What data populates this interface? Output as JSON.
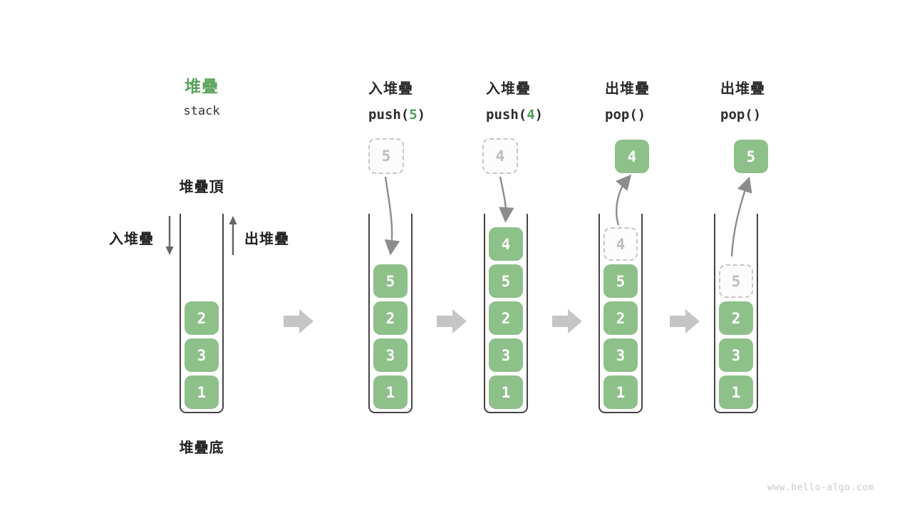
{
  "title": {
    "zh": "堆疊",
    "en": "stack"
  },
  "labels": {
    "stack_top": "堆疊頂",
    "stack_bottom": "堆疊底",
    "push_side": "入堆疊",
    "pop_side": "出堆疊"
  },
  "ops": [
    {
      "label": "入堆疊",
      "code_before": "push(",
      "code_arg": "5",
      "code_after": ")"
    },
    {
      "label": "入堆疊",
      "code_before": "push(",
      "code_arg": "4",
      "code_after": ")"
    },
    {
      "label": "出堆疊",
      "code_before": "pop(",
      "code_arg": "",
      "code_after": ")"
    },
    {
      "label": "出堆疊",
      "code_before": "pop(",
      "code_arg": "",
      "code_after": ")"
    }
  ],
  "floating": [
    {
      "value": "5",
      "style": "dashed"
    },
    {
      "value": "4",
      "style": "dashed"
    },
    {
      "value": "4",
      "style": "solid"
    },
    {
      "value": "5",
      "style": "solid"
    }
  ],
  "stacks": [
    {
      "boxes": [
        {
          "value": "2",
          "style": "solid"
        },
        {
          "value": "3",
          "style": "solid"
        },
        {
          "value": "1",
          "style": "solid"
        }
      ]
    },
    {
      "boxes": [
        {
          "value": "5",
          "style": "solid"
        },
        {
          "value": "2",
          "style": "solid"
        },
        {
          "value": "3",
          "style": "solid"
        },
        {
          "value": "1",
          "style": "solid"
        }
      ]
    },
    {
      "boxes": [
        {
          "value": "4",
          "style": "solid"
        },
        {
          "value": "5",
          "style": "solid"
        },
        {
          "value": "2",
          "style": "solid"
        },
        {
          "value": "3",
          "style": "solid"
        },
        {
          "value": "1",
          "style": "solid"
        }
      ]
    },
    {
      "boxes": [
        {
          "value": "4",
          "style": "dashed"
        },
        {
          "value": "5",
          "style": "solid"
        },
        {
          "value": "2",
          "style": "solid"
        },
        {
          "value": "3",
          "style": "solid"
        },
        {
          "value": "1",
          "style": "solid"
        }
      ]
    },
    {
      "boxes": [
        {
          "value": "5",
          "style": "dashed"
        },
        {
          "value": "2",
          "style": "solid"
        },
        {
          "value": "3",
          "style": "solid"
        },
        {
          "value": "1",
          "style": "solid"
        }
      ]
    }
  ],
  "watermark": "www.hello-algo.com",
  "colors": {
    "accent_green": "#5ba45e",
    "code_green": "#4d9f55",
    "box_green": "#8ec08a",
    "block_arrow_gray": "#c5c5c5",
    "flow_arrow_gray": "#8c8c8c",
    "well_outline": "#444444"
  }
}
